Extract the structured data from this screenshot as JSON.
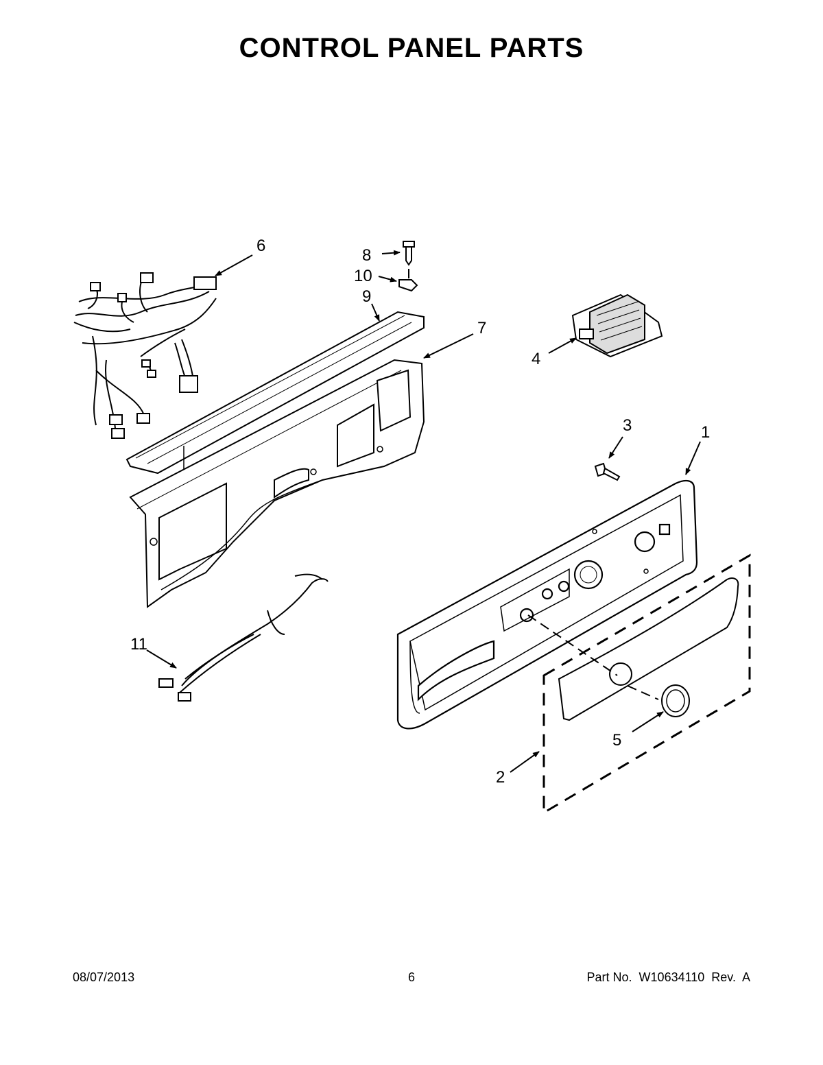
{
  "title": "CONTROL PANEL PARTS",
  "footer": {
    "date": "08/07/2013",
    "page": "6",
    "part_number": "Part No.  W10634110  Rev.  A"
  },
  "callouts": {
    "c1": "1",
    "c2": "2",
    "c3": "3",
    "c4": "4",
    "c5": "5",
    "c6": "6",
    "c7": "7",
    "c8": "8",
    "c9": "9",
    "c10": "10",
    "c11": "11"
  }
}
